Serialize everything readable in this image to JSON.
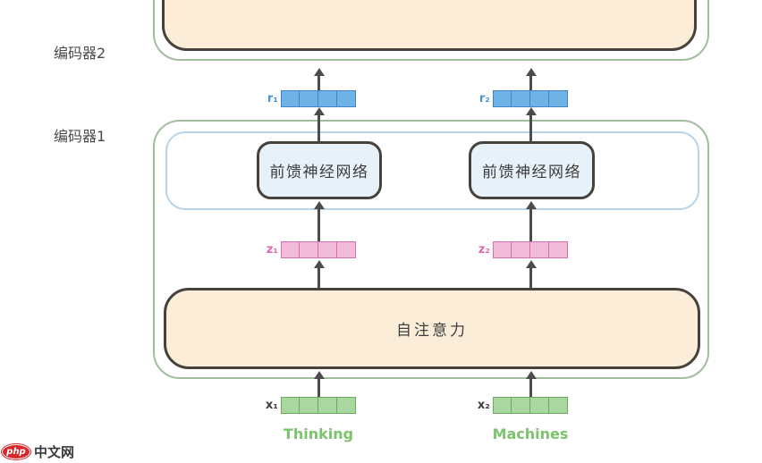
{
  "diagram": {
    "encoder2": {
      "label": "编码器2"
    },
    "encoder1": {
      "label": "编码器1",
      "ffn1_label": "前馈神经网络",
      "ffn2_label": "前馈神经网络",
      "self_attention_label": "自注意力"
    },
    "vectors": {
      "r1": {
        "label": "r₁",
        "cells": 4
      },
      "r2": {
        "label": "r₂",
        "cells": 4
      },
      "z1": {
        "label": "z₁",
        "cells": 4
      },
      "z2": {
        "label": "z₂",
        "cells": 4
      },
      "x1": {
        "label": "x₁",
        "cells": 4
      },
      "x2": {
        "label": "x₂",
        "cells": 4
      }
    },
    "input_words": {
      "word1": "Thinking",
      "word2": "Machines"
    }
  },
  "watermark": {
    "logo": "php",
    "site": "中文网"
  },
  "colors": {
    "peach_fill": "#fcedd9",
    "dark_border": "#46413b",
    "green_box_border": "#a2bd9e",
    "blue_box_border": "#b6d3e9",
    "ffn_fill": "#e7f1fa",
    "vector_blue_fill": "#6fb2e5",
    "vector_blue_border": "#3f86c8",
    "vector_blue_label": "#4a93d6",
    "vector_pink_fill": "#f2bcd9",
    "vector_pink_border": "#d26fae",
    "vector_pink_label": "#e068b0",
    "vector_green_fill": "#a9d79f",
    "vector_green_border": "#69ab5d",
    "word_green": "#7cc36d",
    "arrow_color": "#4c4c4c",
    "text_dark": "#3d3d3d",
    "logo_red": "#d7282c"
  }
}
